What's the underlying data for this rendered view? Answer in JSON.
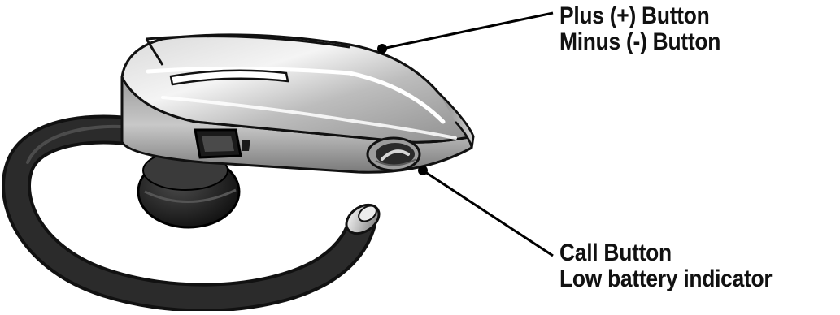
{
  "callouts": {
    "top": {
      "line1": "Plus (+) Button",
      "line2": "Minus (-) Button"
    },
    "bottom": {
      "line1": "Call Button",
      "line2": "Low battery indicator"
    }
  },
  "colors": {
    "ink": "#111111",
    "body_light": "#e9e9e9",
    "body_mid": "#b9b9b9",
    "body_dark": "#8a8a8a",
    "hook": "#1a1a1a"
  }
}
